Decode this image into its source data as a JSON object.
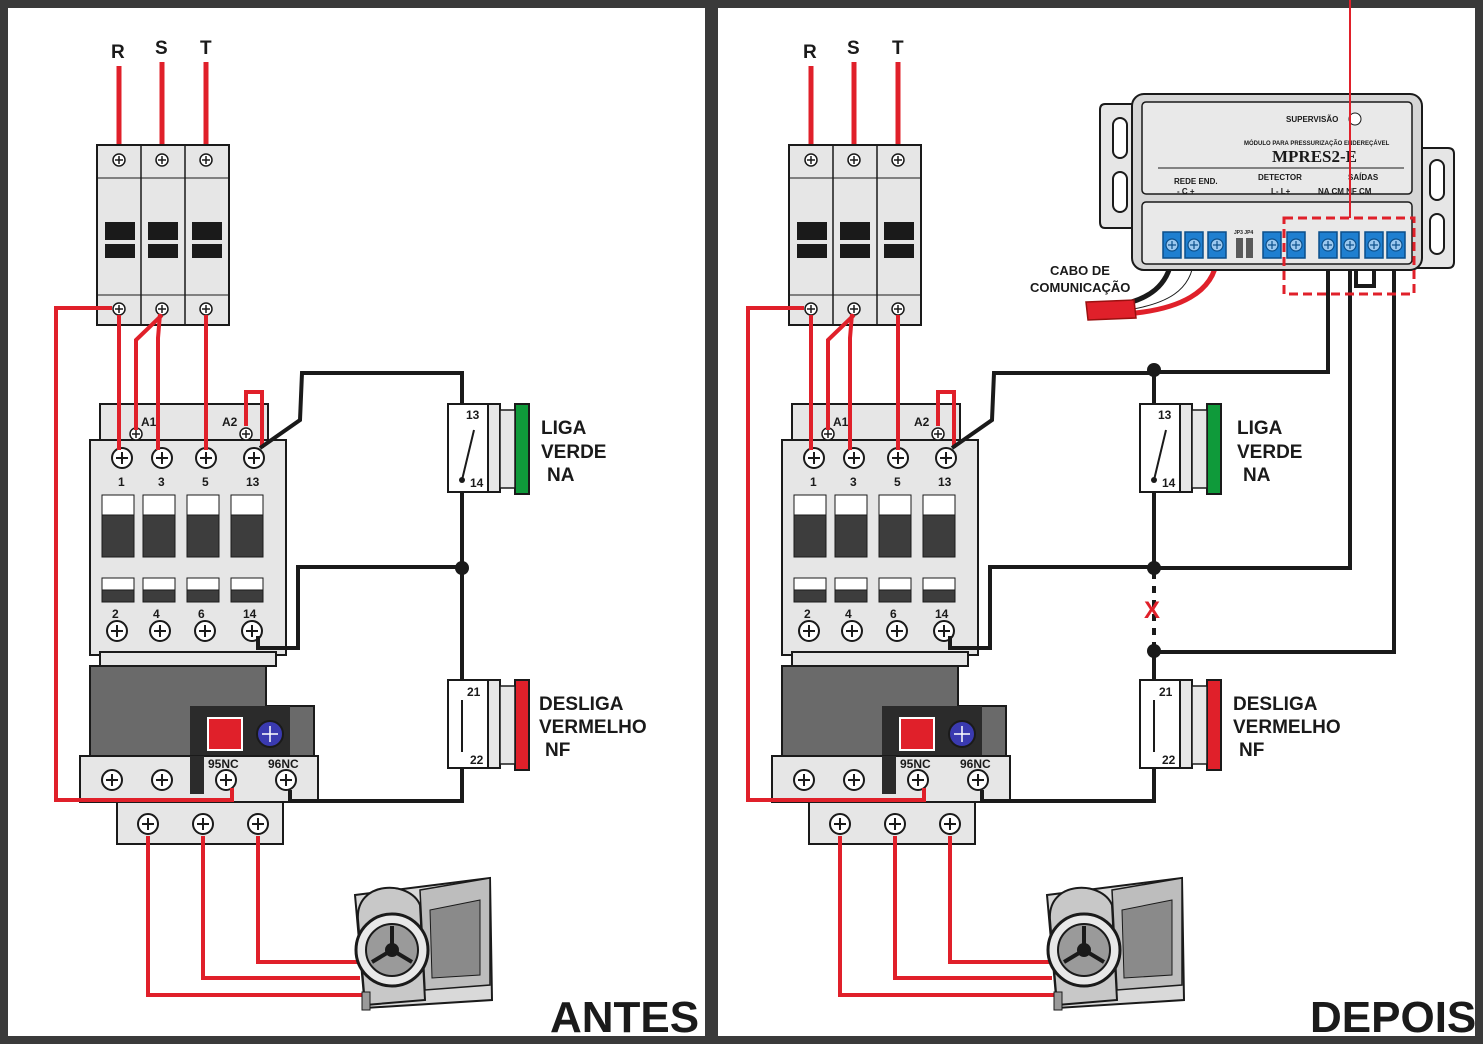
{
  "panels": [
    {
      "id": "antes",
      "caption": "ANTES",
      "phases": [
        "R",
        "S",
        "T"
      ],
      "contactor": {
        "coil_labels": [
          "A1",
          "A2"
        ],
        "top_terminals": [
          "1",
          "3",
          "5",
          "13"
        ],
        "bottom_terminals": [
          "2",
          "4",
          "6",
          "14"
        ]
      },
      "relay": {
        "terminals": [
          "95NC",
          "96NC"
        ]
      },
      "on_button": {
        "terminals": [
          "13",
          "14"
        ],
        "label_lines": [
          "LIGA",
          "VERDE",
          "NA"
        ],
        "color": "#0f9a3a"
      },
      "off_button": {
        "terminals": [
          "21",
          "22"
        ],
        "label_lines": [
          "DESLIGA",
          "VERMELHO",
          "NF"
        ],
        "color": "#e0202a"
      }
    },
    {
      "id": "depois",
      "caption": "DEPOIS",
      "phases": [
        "R",
        "S",
        "T"
      ],
      "contactor": {
        "coil_labels": [
          "A1",
          "A2"
        ],
        "top_terminals": [
          "1",
          "3",
          "5",
          "13"
        ],
        "bottom_terminals": [
          "2",
          "4",
          "6",
          "14"
        ]
      },
      "relay": {
        "terminals": [
          "95NC",
          "96NC"
        ]
      },
      "on_button": {
        "terminals": [
          "13",
          "14"
        ],
        "label_lines": [
          "LIGA",
          "VERDE",
          "NA"
        ],
        "color": "#0f9a3a"
      },
      "off_button": {
        "terminals": [
          "21",
          "22"
        ],
        "label_lines": [
          "DESLIGA",
          "VERMELHO",
          "NF"
        ],
        "color": "#e0202a"
      },
      "break_mark": "X",
      "module": {
        "supervision": "SUPERVISÃO",
        "subtitle": "MÓDULO PARA PRESSURIZAÇÃO ENDEREÇÁVEL",
        "model": "MPRES2-E",
        "group_rede": "REDE END.",
        "group_rede_pins": "-   C   +",
        "group_detector": "DETECTOR",
        "group_detector_pins": "L-   L+",
        "group_saidas": "SAÍDAS",
        "group_saidas_pins": "NA  CM   NF  CM",
        "jumpers": "JP3 JP4",
        "cable_label_lines": [
          "CABO DE",
          "COMUNICAÇÃO"
        ]
      }
    }
  ],
  "colors": {
    "wire_power": "#e0202a",
    "wire_control": "#1a1a1a",
    "device_body": "#e6e6e6",
    "module_terminal": "#1f7fd0",
    "highlight_box": "#e0202a"
  },
  "icons": [
    "fan-icon",
    "screw-terminal-icon"
  ]
}
